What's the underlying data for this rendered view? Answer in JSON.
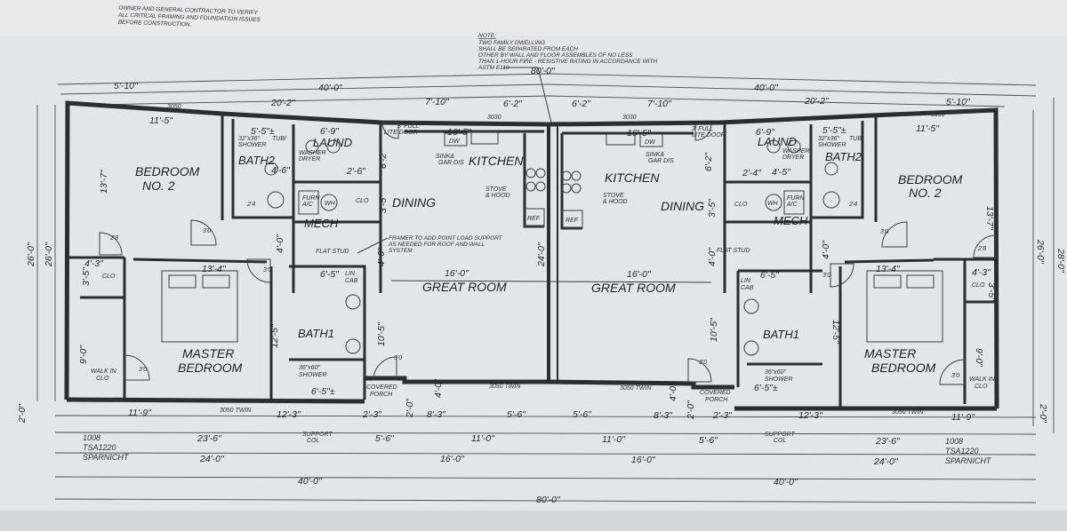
{
  "notes": {
    "contractor": [
      "OWNER AND GENERAL CONTRACTOR TO VERIFY",
      "ALL CRITICAL FRAMING AND FOUNDATION ISSUES",
      "BEFORE CONSTRUCTION."
    ],
    "heading": "NOTE:",
    "fire": [
      "TWO FAMILY DWELLING",
      "SHALL BE SEPARATED FROM EACH",
      "OTHER BY WALL AND FLOOR ASSEMBLES OF NO LESS",
      "THAN 1-HOUR FIRE - RESISTIVE RATING IN ACCORDANCE WITH",
      "ASTM E119"
    ],
    "framer": [
      "FRAMER TO ADD POINT LOAD SUPPORT",
      "AS NEEDED FOR ROOF AND WALL",
      "SYSTEM"
    ]
  },
  "rooms": {
    "kitchen": "KITCHEN",
    "dining": "DINING",
    "great_room": "GREAT ROOM",
    "bedroom": [
      "BEDROOM",
      "NO. 2"
    ],
    "master": [
      "MASTER",
      "BEDROOM"
    ],
    "bath1": "BATH1",
    "bath2": "BATH2",
    "laund": "LAUND",
    "mech": "MECH",
    "clo": "CLO",
    "walk_in": [
      "WALK IN",
      "CLO"
    ],
    "lin_cab": [
      "LIN",
      "CAB"
    ],
    "covered_porch": [
      "COVERED",
      "PORCH"
    ]
  },
  "fixtures": {
    "sink": [
      "SINK&",
      "GAR DIS"
    ],
    "stove": [
      "STOVE",
      "& HOOD"
    ],
    "ref": "REF",
    "dw": "DW",
    "washer": [
      "WASHER",
      "DRYER"
    ],
    "shower_small": [
      "32\"x36\"",
      "SHOWER"
    ],
    "tub": "TUB/",
    "shower_large": [
      "36\"x60\"",
      "SHOWER"
    ],
    "furn": [
      "FURN",
      "A/C"
    ],
    "wh": "WH",
    "flat_stud": "FLAT STUD",
    "support": [
      "SUPPORT",
      "COL"
    ],
    "full_lite": [
      "3' FULL",
      "LITE DOOR"
    ]
  },
  "windows": {
    "w3050": "3050",
    "w3030": "3030",
    "twin": "3050 TWIN"
  },
  "dims": {
    "total": "80'-0\"",
    "half": "40'-0\"",
    "d5_10": "5'-10\"",
    "d20_2": "20'-2\"",
    "d7_10": "7'-10\"",
    "d6_2": "6'-2\"",
    "d11_5": "11'-5\"",
    "d5_5": "5'-5\"±",
    "d6_9": "6'-9\"",
    "d16_5": "16'-5\"",
    "d13_7": "13'-7\"",
    "d26_0": "26'-0\"",
    "d28_0": "28'-0\"",
    "d2_0": "2'-0\"",
    "d4_3": "4'-3\"",
    "d3_5": "3'-5\"",
    "d13_4": "13'-4\"",
    "d6_5": "6'-5\"",
    "d6_5b": "6'-5\"±",
    "d16_0": "16'-0\"",
    "d12_5": "12'-5\"",
    "d10_5": "10'-5\"",
    "d9_0": "9'-0\"",
    "d4_0": "4'-0\"",
    "d24_0": "24'-0\"",
    "d2_4": "2'-4\"",
    "d4_5": "4'-5\"",
    "d2_6": "2'-6\"",
    "d4_6": "4'-6\"",
    "d11_9": "11'-9\"",
    "d12_3": "12'-3\"",
    "d2_3": "2'-3\"",
    "d8_3": "8'-3\"",
    "d5_6": "5'-6\"",
    "d23_6": "23'-6\"",
    "d11_0": "11'-0\"",
    "d3_0": "3'-0\"",
    "d2_8": "2'8",
    "d3_0b": "3'0",
    "d2_4b": "2'4"
  },
  "title_block": [
    "1008",
    "TSA1220",
    "SPARNICHT"
  ]
}
